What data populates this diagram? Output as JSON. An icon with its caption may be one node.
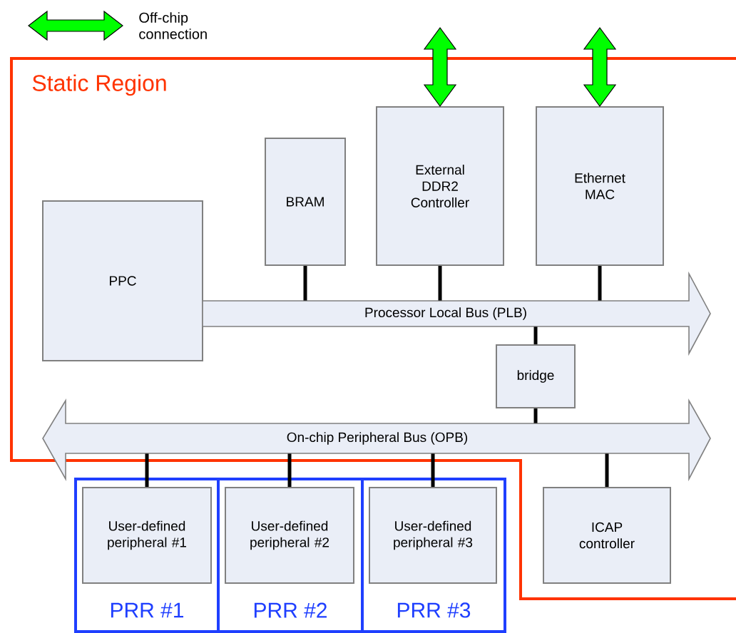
{
  "diagram": {
    "nodes": [
      {
        "text": [
          "Static Region"
        ]
      },
      {
        "text": [
          "PPC"
        ],
        "in": 0
      },
      {
        "text": [
          "BRAM"
        ],
        "in": 0
      },
      {
        "text": [
          "External DDR2 Controller"
        ],
        "in": 0
      },
      {
        "text": [
          "Ethernet MAC"
        ],
        "in": 0
      },
      {
        "text": [
          "Processor Local Bus (PLB)"
        ],
        "in": 0
      },
      {
        "text": [
          "bridge"
        ],
        "in": 0
      },
      {
        "text": [
          "On-chip Peripheral Bus (OPB)"
        ],
        "in": 0
      },
      {
        "text": [
          "PRR #1"
        ]
      },
      {
        "text": [
          "User-defined peripheral #1"
        ]
      },
      {
        "text": [
          "PRR #2"
        ]
      },
      {
        "text": [
          "User-defined peripheral #2"
        ]
      },
      {
        "text": [
          "PRR #3"
        ]
      },
      {
        "text": [
          "User-defined peripheral #3"
        ]
      },
      {
        "text": [
          "ICAP controller"
        ],
        "in": 0
      }
    ],
    "edges": [
      {
        "from": null,
        "to": 3,
        "arrow": "both",
        "style": "thick",
        "color": "#00ff00"
      },
      {
        "from": null,
        "to": 4,
        "arrow": "both",
        "style": "thick",
        "color": "#00ff00"
      },
      {
        "from": 2,
        "to": 5,
        "arrow": "none"
      },
      {
        "from": 3,
        "to": 5,
        "arrow": "none"
      },
      {
        "from": 4,
        "to": 5,
        "arrow": "none"
      },
      {
        "from": 5,
        "to": 6,
        "arrow": "none"
      },
      {
        "from": 6,
        "to": 7,
        "arrow": "none"
      },
      {
        "from": 7,
        "to": 9,
        "arrow": "none"
      },
      {
        "from": 7,
        "to": 11,
        "arrow": "none"
      },
      {
        "from": 7,
        "to": 13,
        "arrow": "none"
      },
      {
        "from": 7,
        "to": 14,
        "arrow": "none"
      }
    ],
    "legend": [
      {
        "text": "Off-chip connection"
      }
    ]
  }
}
